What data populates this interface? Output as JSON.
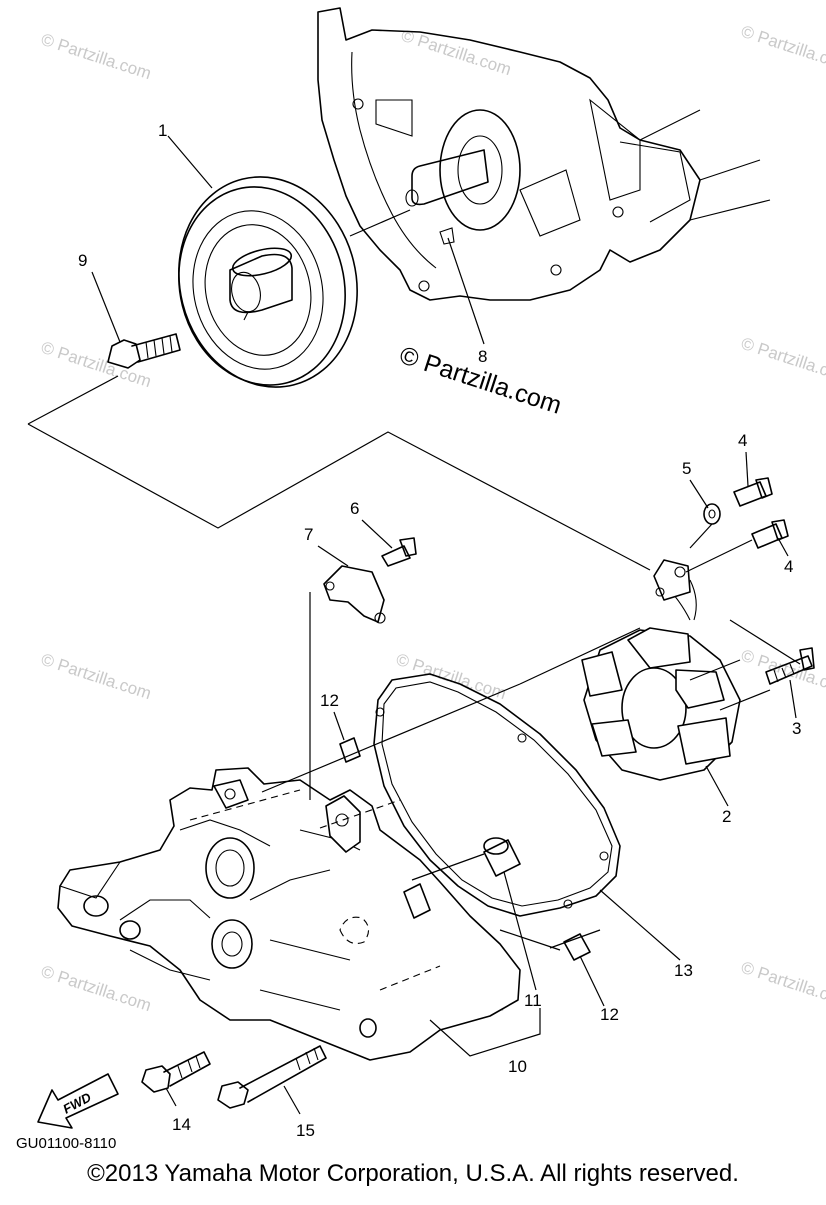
{
  "diagram": {
    "watermark_text": "© Partzilla.com",
    "center_watermark": "© Partzilla.com",
    "diagram_code": "GU01100-8110",
    "fwd_label": "FWD",
    "copyright": "©2013  Yamaha Motor Corporation, U.S.A. All rights reserved.",
    "callouts": {
      "c1": "1",
      "c2": "2",
      "c3": "3",
      "c4a": "4",
      "c4b": "4",
      "c5": "5",
      "c6": "6",
      "c7": "7",
      "c8": "8",
      "c9": "9",
      "c10": "10",
      "c11": "11",
      "c12a": "12",
      "c12b": "12",
      "c13": "13",
      "c14": "14",
      "c15": "15"
    }
  }
}
